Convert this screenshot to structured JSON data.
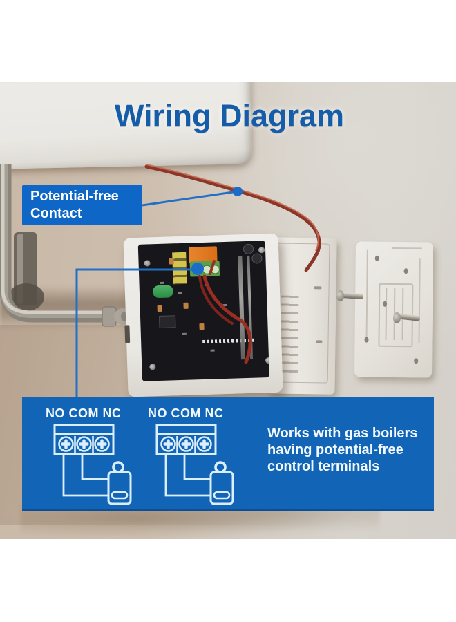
{
  "title": {
    "text": "Wiring Diagram",
    "color": "#155da8"
  },
  "callout": {
    "lines": [
      "Potential-free",
      "Contact"
    ],
    "bg_color": "#0e66c7",
    "text_color": "#ffffff",
    "line_color": "#2270c6",
    "dot_color": "#1a6cc8"
  },
  "photo": {
    "wire_color": "#8a3629",
    "wall_color": "#cdbeae",
    "boiler_color": "#eae8e3",
    "pcb_color": "#17171b",
    "relay_color": "#d96e15",
    "terminal_color": "#5d9e4c"
  },
  "panel": {
    "bg_color": "#1164b6",
    "stroke_color": "#dbeefb",
    "diagrams": [
      {
        "terminal_labels": "NO COM NC"
      },
      {
        "terminal_labels": "NO COM NC"
      }
    ],
    "note_lines": [
      "Works with gas boilers",
      "having potential-free",
      "control terminals"
    ]
  }
}
